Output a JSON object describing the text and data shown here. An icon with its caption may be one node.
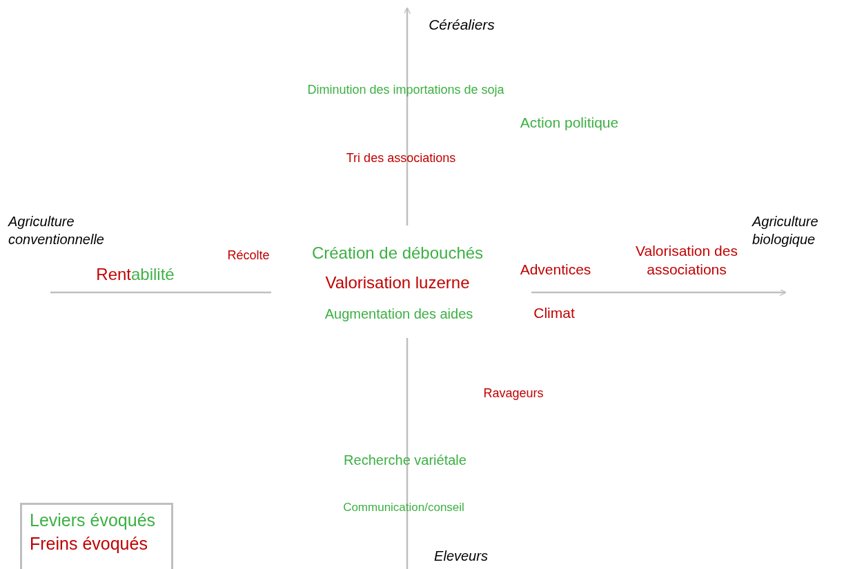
{
  "diagram": {
    "labels": [
      "Céréaliers",
      "Diminution des importations de soja",
      "Action politique",
      "Tri des associations",
      "Agriculture conventionnelle",
      "Agriculture biologique",
      "Valorisation des associations",
      "Récolte",
      "Création de débouchés",
      "Rentabilité",
      "Adventices",
      "Valorisation luzerne",
      "Augmentation des aides",
      "Climat",
      "Ravageurs",
      "Recherche variétale",
      "Communication/conseil",
      "Eleveurs"
    ],
    "legend": [
      {
        "text": "Leviers évoqués",
        "color": "#3cb043"
      },
      {
        "text": "Freins évoqués",
        "color": "#c00000"
      }
    ]
  }
}
